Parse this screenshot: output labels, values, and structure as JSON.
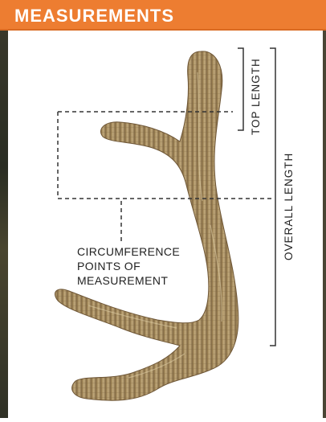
{
  "header": {
    "title": "MEASUREMENTS"
  },
  "labels": {
    "top_length": "TOP LENGTH",
    "overall_length": "OVERALL LENGTH",
    "circumference_line1": "CIRCUMFERENCE",
    "circumference_line2": "POINTS OF",
    "circumference_line3": "MEASUREMENT"
  },
  "colors": {
    "header_background": "#ed7d31",
    "antler_base": "#b0976a",
    "annotation_lines": "#333333"
  }
}
